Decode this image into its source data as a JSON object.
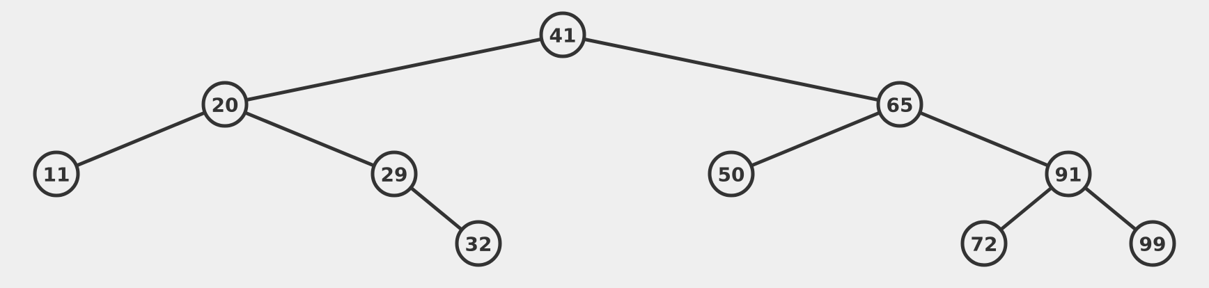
{
  "tree": {
    "nodes": [
      {
        "id": "n41",
        "label": "41"
      },
      {
        "id": "n20",
        "label": "20"
      },
      {
        "id": "n65",
        "label": "65"
      },
      {
        "id": "n11",
        "label": "11"
      },
      {
        "id": "n29",
        "label": "29"
      },
      {
        "id": "n50",
        "label": "50"
      },
      {
        "id": "n91",
        "label": "91"
      },
      {
        "id": "n32",
        "label": "32"
      },
      {
        "id": "n72",
        "label": "72"
      },
      {
        "id": "n99",
        "label": "99"
      }
    ],
    "edges": [
      {
        "from": "n41",
        "to": "n20"
      },
      {
        "from": "n41",
        "to": "n65"
      },
      {
        "from": "n20",
        "to": "n11"
      },
      {
        "from": "n20",
        "to": "n29"
      },
      {
        "from": "n29",
        "to": "n32"
      },
      {
        "from": "n65",
        "to": "n50"
      },
      {
        "from": "n65",
        "to": "n91"
      },
      {
        "from": "n91",
        "to": "n72"
      },
      {
        "from": "n91",
        "to": "n99"
      }
    ],
    "colors": {
      "background": "#efefef",
      "stroke": "#333333",
      "text": "#333333"
    }
  }
}
